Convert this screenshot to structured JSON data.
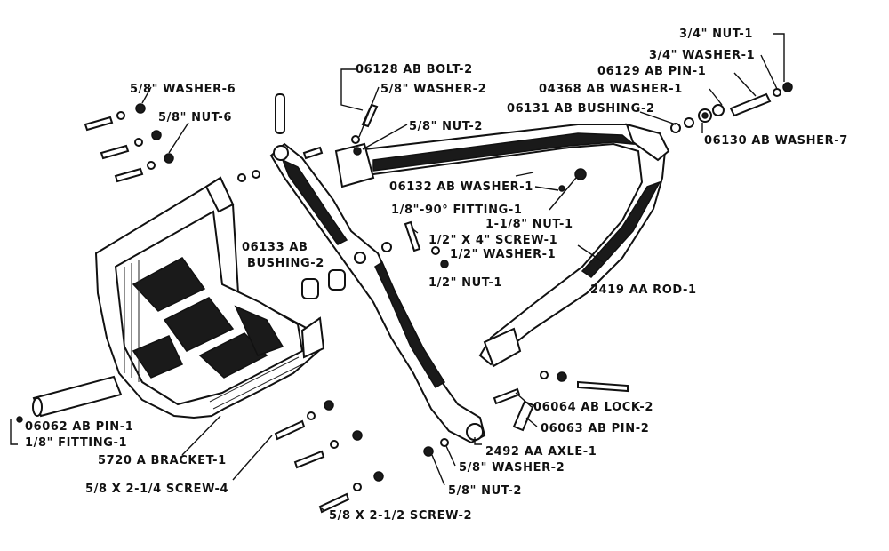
{
  "labels": {
    "nut_34": "3/4\" NUT-1",
    "washer_34": "3/4\" WASHER-1",
    "pin_06129": "06129 AB PIN-1",
    "washer_04368": "04368 AB WASHER-1",
    "bushing_06131": "06131 AB BUSHING-2",
    "washer_06130": "06130 AB WASHER-7",
    "bolt_06128": "06128 AB BOLT-2",
    "washer_58_top": "5/8\" WASHER-2",
    "nut_58_top": "5/8\" NUT-2",
    "washer_58_six": "5/8\" WASHER-6",
    "nut_58_six": "5/8\" NUT-6",
    "washer_06132": "06132 AB WASHER-1",
    "fitting_90": "1/8\"-90° FITTING-1",
    "nut_118": "1-1/8\" NUT-1",
    "screw_12x4": "1/2\" X 4\" SCREW-1",
    "washer_12": "1/2\" WASHER-1",
    "nut_12": "1/2\" NUT-1",
    "bushing_06133_line1": "06133 AB",
    "bushing_06133_line2": "BUSHING-2",
    "rod_2419": "2419 AA ROD-1",
    "lock_06064": "06064 AB LOCK-2",
    "pin_06063": "06063 AB PIN-2",
    "axle_2492": "2492 AA AXLE-1",
    "washer_58_bottom": "5/8\" WASHER-2",
    "nut_58_bottom": "5/8\" NUT-2",
    "pin_06062": "06062 AB PIN-1",
    "fitting_18": "1/8\" FITTING-1",
    "bracket_5720": "5720 A BRACKET-1",
    "screw_58x214": "5/8 X 2-1/4 SCREW-4",
    "screw_58x212": "5/8 X 2-1/2 SCREW-2"
  }
}
